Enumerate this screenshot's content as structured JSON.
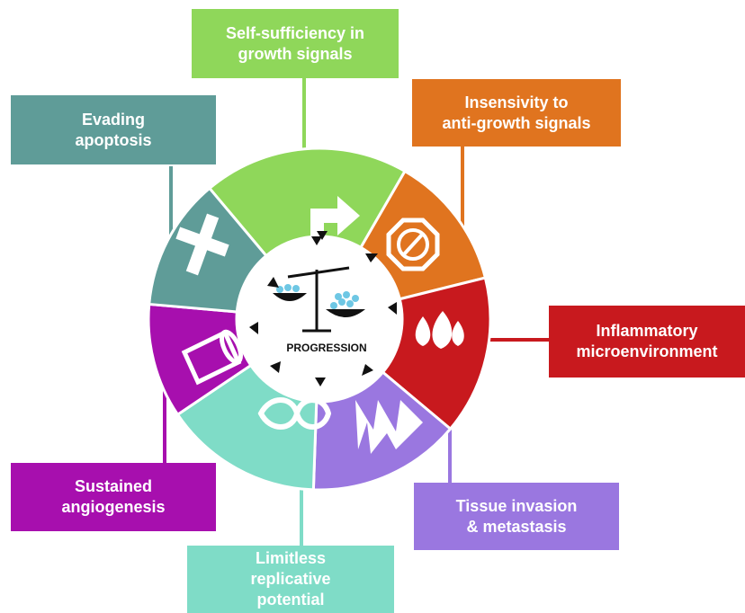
{
  "diagram": {
    "center_label": "PROGRESSION",
    "hallmarks": [
      {
        "id": "growth",
        "label": "Self-sufficiency in\ngrowth signals",
        "color": "#8fd75a",
        "icon": "arrow-icon"
      },
      {
        "id": "antigrowth",
        "label": "Insensivity to\nanti-growth signals",
        "color": "#e0741f",
        "icon": "prohibition-icon"
      },
      {
        "id": "inflammatory",
        "label": "Inflammatory\nmicroenvironment",
        "color": "#c8191e",
        "icon": "flame-icon"
      },
      {
        "id": "invasion",
        "label": "Tissue invasion\n& metastasis",
        "color": "#9a77e0",
        "icon": "zigzag-icon"
      },
      {
        "id": "replicative",
        "label": "Limitless\nreplicative\npotential",
        "color": "#7fdcc7",
        "icon": "infinity-icon"
      },
      {
        "id": "angiogenesis",
        "label": "Sustained\nangiogenesis",
        "color": "#a70fae",
        "icon": "vessel-icon"
      },
      {
        "id": "apoptosis",
        "label": "Evading\napoptosis",
        "color": "#5f9c98",
        "icon": "cross-icon"
      }
    ]
  }
}
